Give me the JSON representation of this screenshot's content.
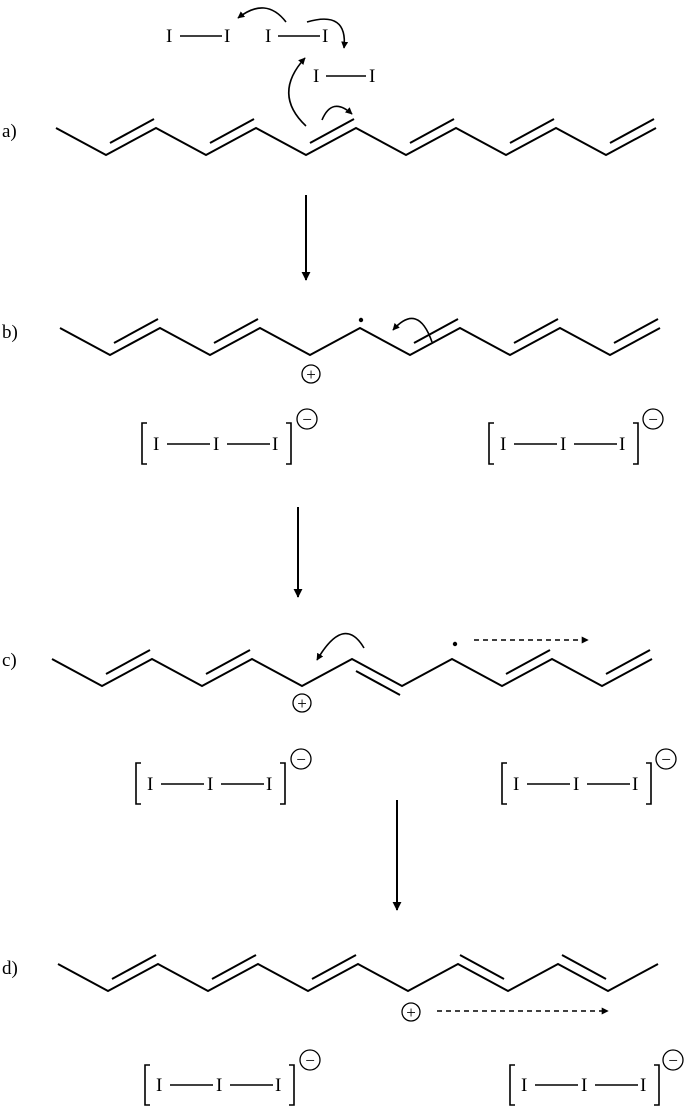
{
  "steps": [
    {
      "label": "a)"
    },
    {
      "label": "b)",
      "carbocation": "+",
      "triiodide": [
        {
          "atoms": [
            "I",
            "I",
            "I"
          ],
          "charge": "−"
        },
        {
          "atoms": [
            "I",
            "I",
            "I"
          ],
          "charge": "−"
        }
      ]
    },
    {
      "label": "c)",
      "carbocation": "+",
      "triiodide": [
        {
          "atoms": [
            "I",
            "I",
            "I"
          ],
          "charge": "−"
        },
        {
          "atoms": [
            "I",
            "I",
            "I"
          ],
          "charge": "−"
        }
      ]
    },
    {
      "label": "d)",
      "carbocation": "+",
      "triiodide": [
        {
          "atoms": [
            "I",
            "I",
            "I"
          ],
          "charge": "−"
        },
        {
          "atoms": [
            "I",
            "I",
            "I"
          ],
          "charge": "−"
        }
      ]
    }
  ],
  "iodine_molecules": [
    {
      "atoms": [
        "I",
        "I"
      ]
    },
    {
      "atoms": [
        "I",
        "I"
      ]
    },
    {
      "atoms": [
        "I",
        "I"
      ]
    }
  ]
}
